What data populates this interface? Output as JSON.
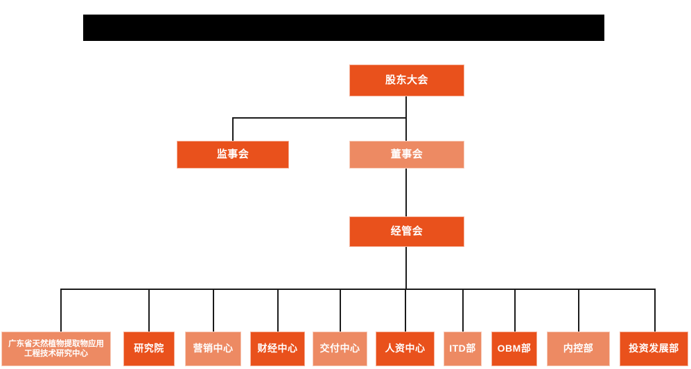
{
  "banner": {
    "name": "redacted-title-bar",
    "text": ""
  },
  "chart_data": {
    "type": "diagram",
    "title": "",
    "diagram_kind": "organizational-chart",
    "orientation": "top-down",
    "colors": {
      "primary": "#e9511c",
      "secondary": "#ed8a63",
      "connector": "#1a1a1a",
      "background": "#ffffff",
      "text": "#ffffff",
      "redaction": "#000000"
    },
    "levels": [
      {
        "level": 1,
        "nodes": [
          {
            "id": "shareholders",
            "label": "股东大会",
            "color": "primary"
          }
        ]
      },
      {
        "level": 2,
        "nodes": [
          {
            "id": "supervisors",
            "label": "监事会",
            "color": "primary"
          },
          {
            "id": "directors",
            "label": "董事会",
            "color": "secondary"
          }
        ]
      },
      {
        "level": 3,
        "nodes": [
          {
            "id": "management",
            "label": "经管会",
            "color": "primary"
          }
        ]
      },
      {
        "level": 4,
        "nodes": [
          {
            "id": "research-center",
            "label": "广东省天然植物提取物应用工程技术研究中心",
            "color": "secondary"
          },
          {
            "id": "institute",
            "label": "研究院",
            "color": "primary"
          },
          {
            "id": "marketing",
            "label": "营销中心",
            "color": "secondary"
          },
          {
            "id": "finance",
            "label": "财经中心",
            "color": "primary"
          },
          {
            "id": "delivery",
            "label": "交付中心",
            "color": "secondary"
          },
          {
            "id": "hr",
            "label": "人资中心",
            "color": "primary"
          },
          {
            "id": "itd",
            "label": "ITD部",
            "color": "secondary"
          },
          {
            "id": "obm",
            "label": "OBM部",
            "color": "primary"
          },
          {
            "id": "internal-control",
            "label": "内控部",
            "color": "secondary"
          },
          {
            "id": "investment",
            "label": "投资发展部",
            "color": "primary"
          }
        ]
      }
    ],
    "edges": [
      {
        "from": "shareholders",
        "to": "supervisors"
      },
      {
        "from": "shareholders",
        "to": "directors"
      },
      {
        "from": "directors",
        "to": "management"
      },
      {
        "from": "management",
        "to": "research-center"
      },
      {
        "from": "management",
        "to": "institute"
      },
      {
        "from": "management",
        "to": "marketing"
      },
      {
        "from": "management",
        "to": "finance"
      },
      {
        "from": "management",
        "to": "delivery"
      },
      {
        "from": "management",
        "to": "hr"
      },
      {
        "from": "management",
        "to": "itd"
      },
      {
        "from": "management",
        "to": "obm"
      },
      {
        "from": "management",
        "to": "internal-control"
      },
      {
        "from": "management",
        "to": "investment"
      }
    ]
  }
}
